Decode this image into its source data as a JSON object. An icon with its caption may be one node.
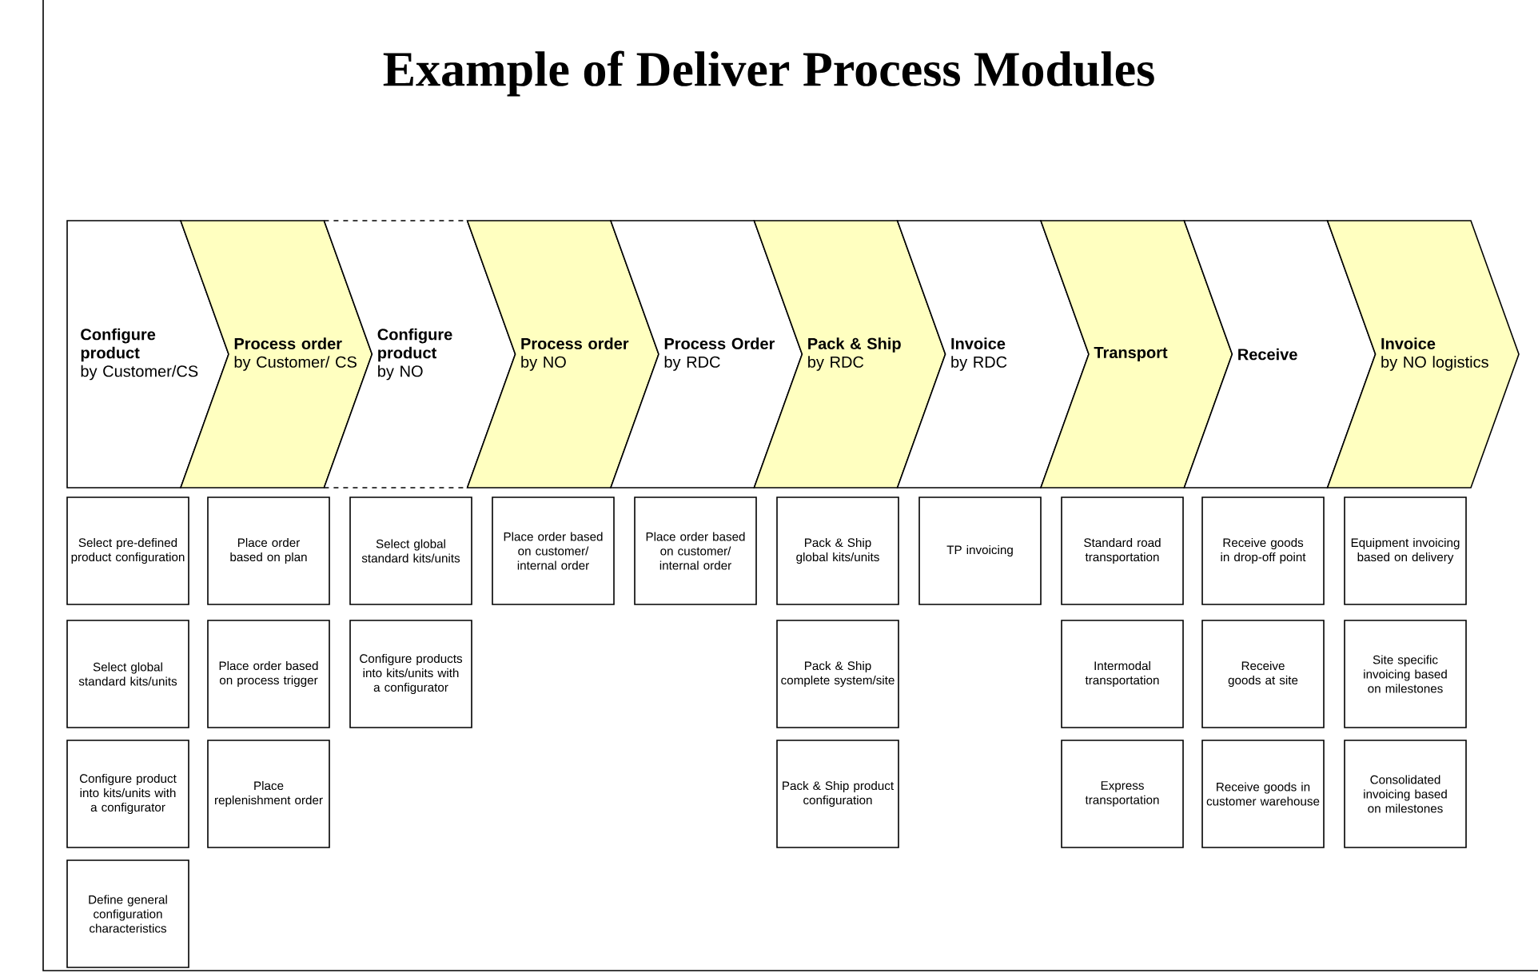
{
  "diagram": {
    "title": "Example of Deliver Process Modules",
    "nodes": [
      {
        "text": [
          "Configure product",
          "by Customer/CS"
        ]
      },
      {
        "text": [
          "Process order",
          "by Customer/ CS"
        ]
      },
      {
        "text": [
          "Configure product",
          "by NO"
        ]
      },
      {
        "text": [
          "Process order",
          "by NO"
        ]
      },
      {
        "text": [
          "Process Order",
          "by RDC"
        ]
      },
      {
        "text": [
          "Pack & Ship",
          "by RDC"
        ]
      },
      {
        "text": [
          "Invoice",
          "by RDC"
        ]
      },
      {
        "text": [
          "Transport"
        ]
      },
      {
        "text": [
          "Receive"
        ]
      },
      {
        "text": [
          "Invoice",
          "by NO logistics"
        ]
      },
      {
        "text": [
          "Select pre-defined product configuration"
        ]
      },
      {
        "text": [
          "Select global standard kits/units"
        ]
      },
      {
        "text": [
          "Configure product into kits/units with a configurator"
        ]
      },
      {
        "text": [
          "Define general configuration characteristics"
        ]
      },
      {
        "text": [
          "Place order based on plan"
        ]
      },
      {
        "text": [
          "Place order based on process trigger"
        ]
      },
      {
        "text": [
          "Place replenishment order"
        ]
      },
      {
        "text": [
          "Select global standard kits/units"
        ]
      },
      {
        "text": [
          "Configure products into kits/units with a configurator"
        ]
      },
      {
        "text": [
          "Place order based on customer/ internal order"
        ]
      },
      {
        "text": [
          "Place order based on customer/ internal order"
        ]
      },
      {
        "text": [
          "Pack & Ship global kits/units"
        ]
      },
      {
        "text": [
          "Pack & Ship complete system/site"
        ]
      },
      {
        "text": [
          "Pack & Ship product configuration"
        ]
      },
      {
        "text": [
          "TP invoicing"
        ]
      },
      {
        "text": [
          "Standard road transportation"
        ]
      },
      {
        "text": [
          "Intermodal transportation"
        ]
      },
      {
        "text": [
          "Express transportation"
        ]
      },
      {
        "text": [
          "Receive goods in drop-off point"
        ]
      },
      {
        "text": [
          "Receive goods at site"
        ]
      },
      {
        "text": [
          "Receive goods in customer warehouse"
        ]
      },
      {
        "text": [
          "Equipment invoicing based on delivery"
        ]
      },
      {
        "text": [
          "Site specific invoicing based on milestones"
        ]
      },
      {
        "text": [
          "Consolidated invoicing based on milestones"
        ]
      }
    ],
    "edges": []
  }
}
